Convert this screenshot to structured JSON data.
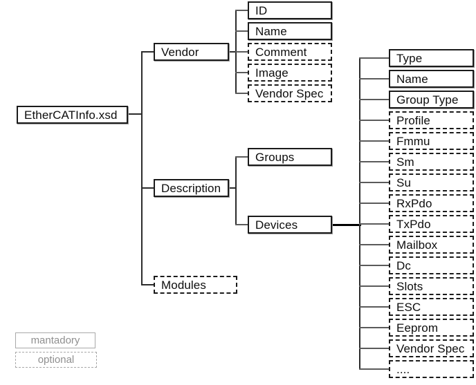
{
  "diagram": {
    "title": "EtherCATInfo.xsd schema tree",
    "root": {
      "label": "EtherCATInfo.xsd",
      "type": "mandatory"
    },
    "level1": [
      {
        "label": "Vendor",
        "type": "mandatory"
      },
      {
        "label": "Description",
        "type": "mandatory"
      },
      {
        "label": "Modules",
        "type": "optional"
      }
    ],
    "vendor_children": [
      {
        "label": "ID",
        "type": "mandatory"
      },
      {
        "label": "Name",
        "type": "mandatory"
      },
      {
        "label": "Comment",
        "type": "optional"
      },
      {
        "label": "Image",
        "type": "optional"
      },
      {
        "label": "Vendor Spec",
        "type": "optional"
      }
    ],
    "description_children": [
      {
        "label": "Groups",
        "type": "mandatory"
      },
      {
        "label": "Devices",
        "type": "mandatory"
      }
    ],
    "devices_children": [
      {
        "label": "Type",
        "type": "mandatory"
      },
      {
        "label": "Name",
        "type": "mandatory"
      },
      {
        "label": "Group Type",
        "type": "mandatory"
      },
      {
        "label": "Profile",
        "type": "optional"
      },
      {
        "label": "Fmmu",
        "type": "optional"
      },
      {
        "label": "Sm",
        "type": "optional"
      },
      {
        "label": "Su",
        "type": "optional"
      },
      {
        "label": "RxPdo",
        "type": "optional"
      },
      {
        "label": "TxPdo",
        "type": "optional"
      },
      {
        "label": "Mailbox",
        "type": "optional"
      },
      {
        "label": "Dc",
        "type": "optional"
      },
      {
        "label": "Slots",
        "type": "optional"
      },
      {
        "label": "ESC",
        "type": "optional"
      },
      {
        "label": "Eeprom",
        "type": "optional"
      },
      {
        "label": "Vendor Spec",
        "type": "optional"
      },
      {
        "label": "....",
        "type": "optional"
      }
    ],
    "legend": [
      {
        "label": "mantadory",
        "type": "mandatory"
      },
      {
        "label": "optional",
        "type": "optional"
      }
    ],
    "colors": {
      "line": "#2b2b2b",
      "box_border": "#1a1a1a",
      "text": "#0d0d0d",
      "legend_text": "#8f8f8f",
      "legend_border": "#a8a8a8",
      "background": "#ffffff"
    }
  }
}
